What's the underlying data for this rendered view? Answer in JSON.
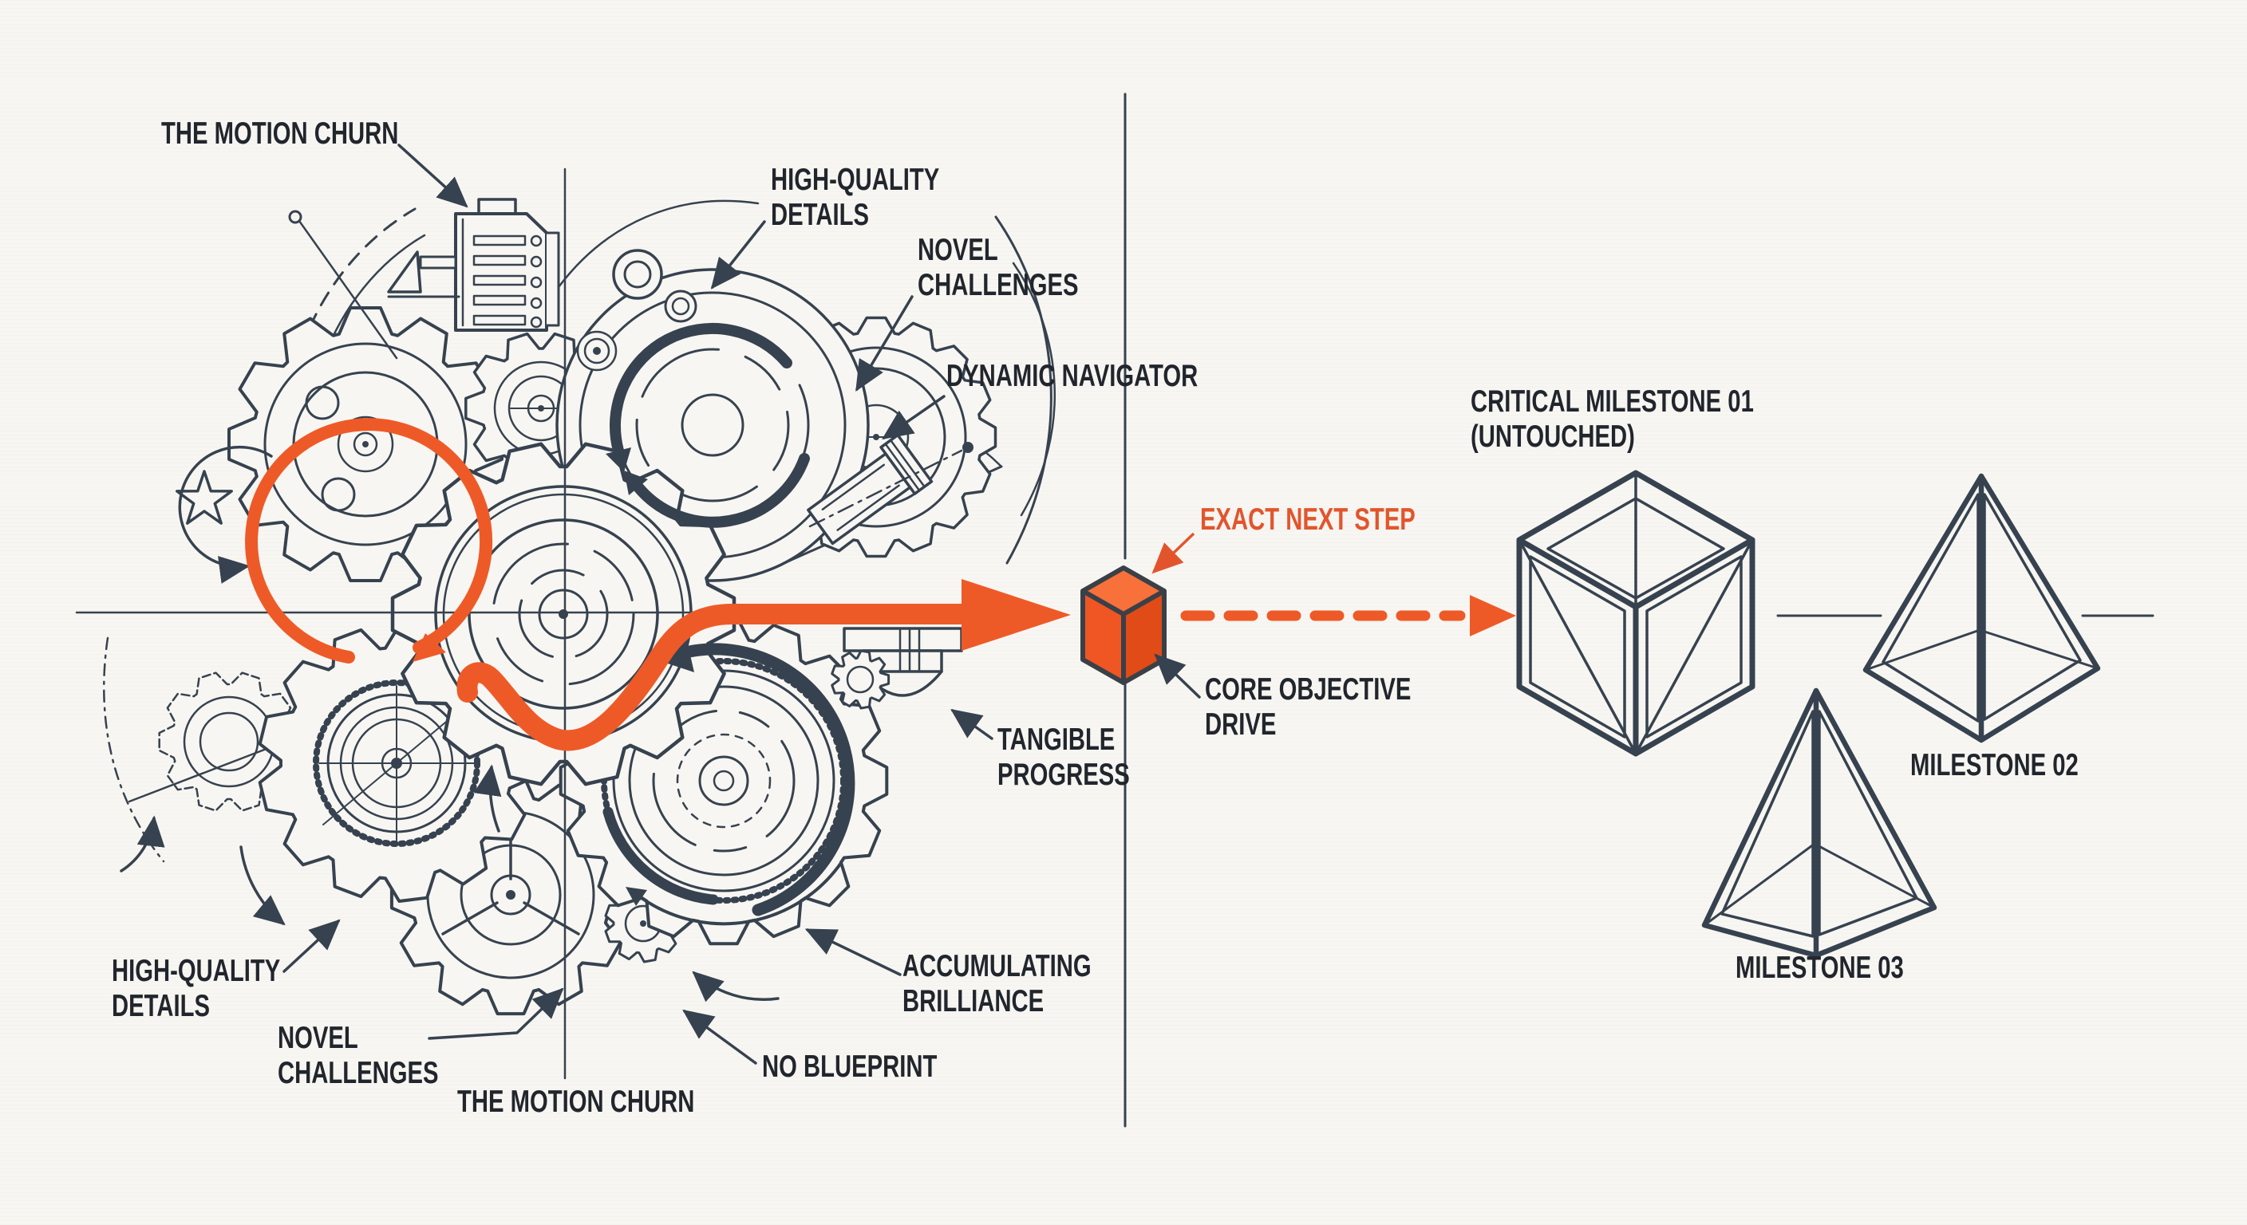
{
  "title": "gear churn to milestones process diagram",
  "palette": {
    "background": "#f8f6f2",
    "ink": "#36424f",
    "label_text": "#21262d",
    "accent_orange": "#ee5a27",
    "accent_orange_text": "#e2552c",
    "cube_top_face": "#f8703a",
    "cube_left_face": "#ef5624",
    "cube_right_face": "#e14b17"
  },
  "labels": {
    "the_motion_churn_top": "THE MOTION CHURN",
    "high_quality_details_top": "HIGH-QUALITY\nDETAILS",
    "novel_challenges_top": "NOVEL\nCHALLENGES",
    "dynamic_navigator": "DYNAMIC NAVIGATOR",
    "exact_next_step": "EXACT NEXT STEP",
    "core_objective_drive": "CORE OBJECTIVE\nDRIVE",
    "tangible_progress": "TANGIBLE\nPROGRESS",
    "critical_milestone_01": "CRITICAL MILESTONE 01\n(UNTOUCHED)",
    "milestone_02": "MILESTONE 02",
    "milestone_03": "MILESTONE 03",
    "high_quality_details_bottom": "HIGH-QUALITY\nDETAILS",
    "novel_challenges_bottom": "NOVEL\nCHALLENGES",
    "the_motion_churn_bottom": "THE MOTION CHURN",
    "no_blueprint": "NO BLUEPRINT",
    "accumulating_brilliance": "ACCUMULATING\nBRILLIANCE"
  },
  "shapes": {
    "left": "gear-cluster-sketch-icon",
    "center": "orange-cube-icon",
    "milestone_01": "wireframe-cube-icon",
    "milestone_02": "wireframe-pyramid-icon",
    "milestone_03": "wireframe-pyramid-icon",
    "flow": "orange-s-curve-arrow-icon",
    "next": "orange-dashed-arrow-icon"
  }
}
